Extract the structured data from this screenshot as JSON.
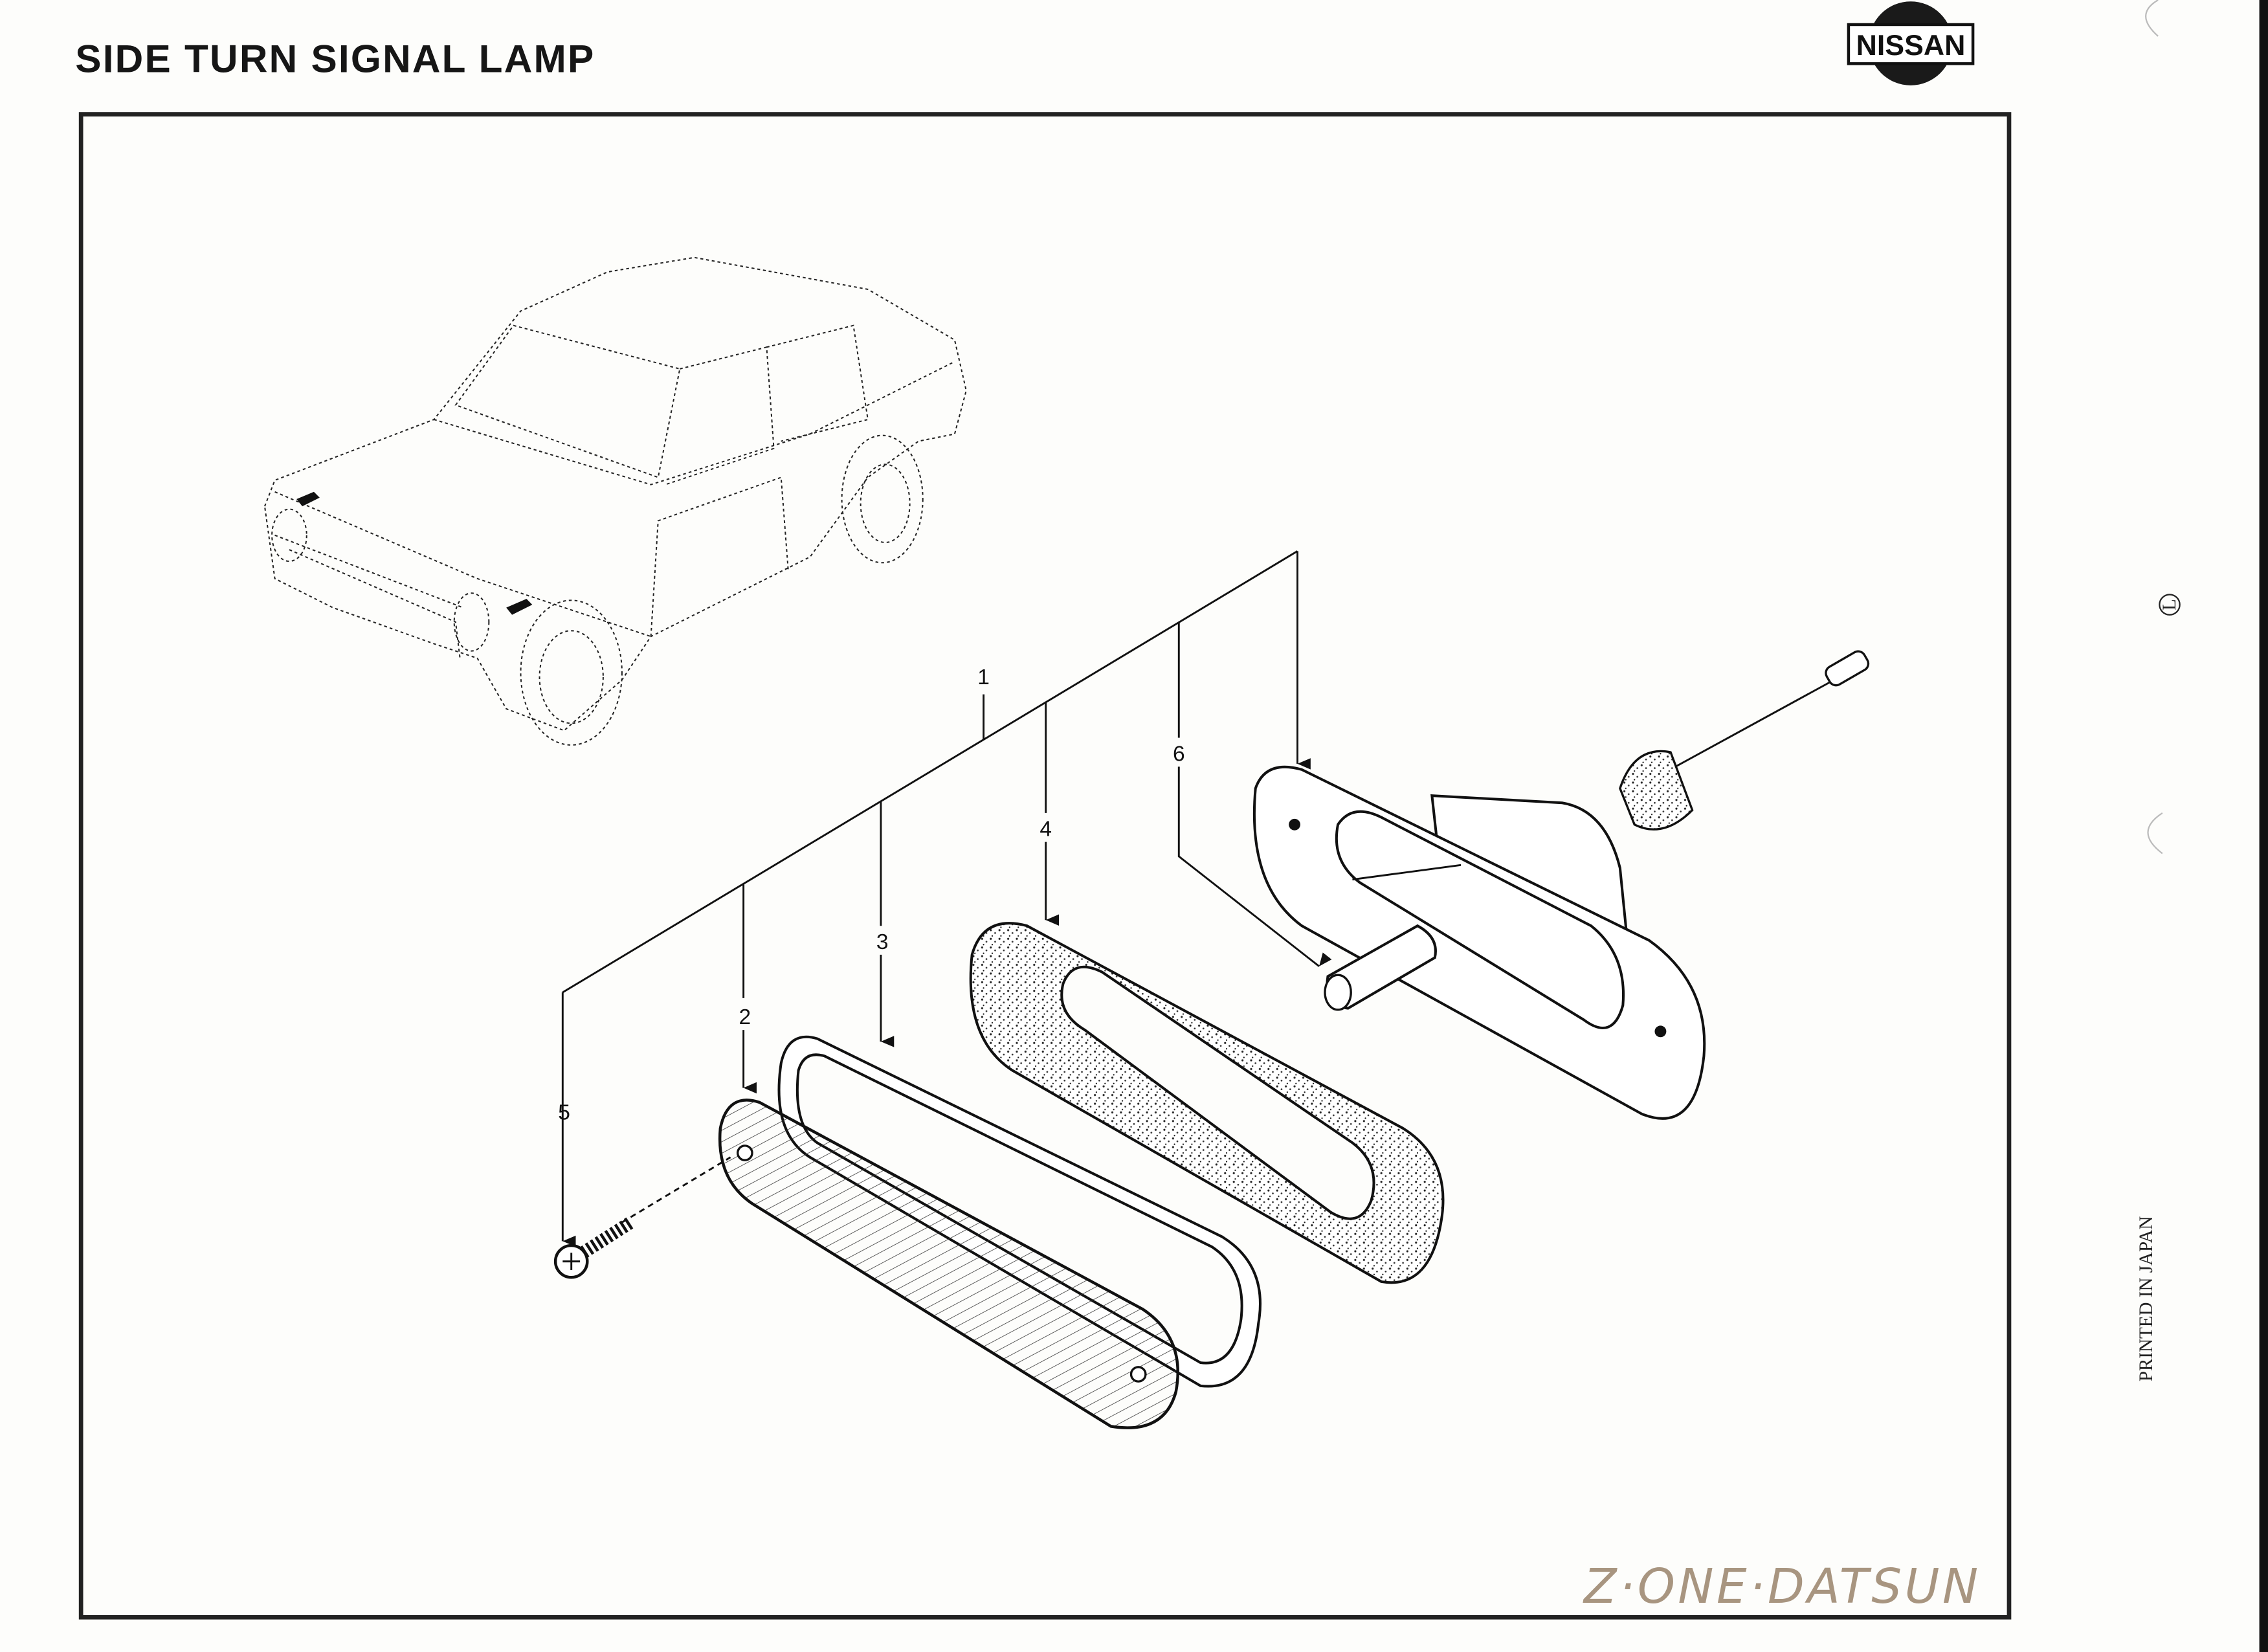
{
  "header": {
    "title": "SIDE TURN SIGNAL LAMP",
    "logo_text": "NISSAN"
  },
  "diagram": {
    "callouts": [
      "1",
      "2",
      "3",
      "4",
      "5",
      "6"
    ]
  },
  "margin": {
    "circle_mark": "L",
    "printed_note": "PRINTED IN JAPAN"
  },
  "watermark": "Z·ONE·DATSUN",
  "colors": {
    "ink": "#111111",
    "watermark": "#a89580",
    "paper": "#fdfdfb"
  }
}
